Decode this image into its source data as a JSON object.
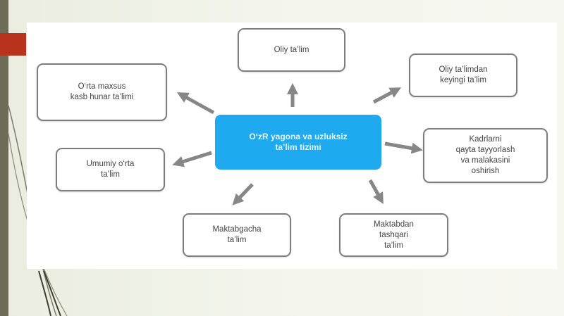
{
  "diagram": {
    "center": "O‘zR yagona va uzluksiz\nta’lim tizimi",
    "nodes": {
      "oliy": "Oliy ta’lim",
      "oliy_keyin": "Oliy ta’limdan\nkeyingi ta’lim",
      "orta_maxsus": "O‘rta maxsus\nkasb hunar ta’limi",
      "kadrlar": "Kadrlarni\nqayta tayyorlash\nva malakasini\noshirish",
      "umumiy": "Umumiy o‘rta\nta’lim",
      "maktabgacha": "Maktabgacha\nta’lim",
      "maktabdan": "Maktabdan\ntashqari\nta’lim"
    }
  }
}
